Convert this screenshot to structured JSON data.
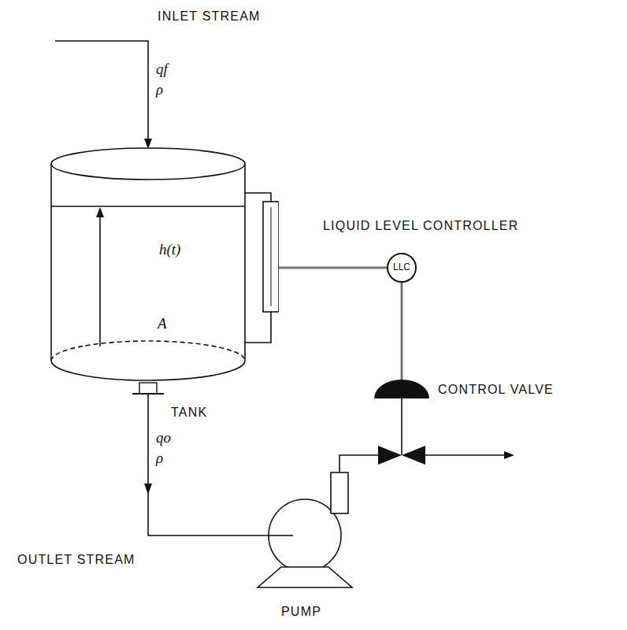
{
  "diagram": {
    "nodes": [
      {
        "text": [
          "h(t)",
          "A"
        ]
      },
      {
        "text": [
          "LLC"
        ]
      }
    ],
    "edges": [
      {
        "from": 0,
        "to": 1,
        "arrow": "none"
      }
    ],
    "labels": [
      "INLET STREAM",
      "qf",
      "ρ",
      "LIQUID LEVEL CONTROLLER",
      "TANK",
      "CONTROL VALVE",
      "qo",
      "ρ",
      "OUTLET STREAM",
      "PUMP"
    ]
  }
}
